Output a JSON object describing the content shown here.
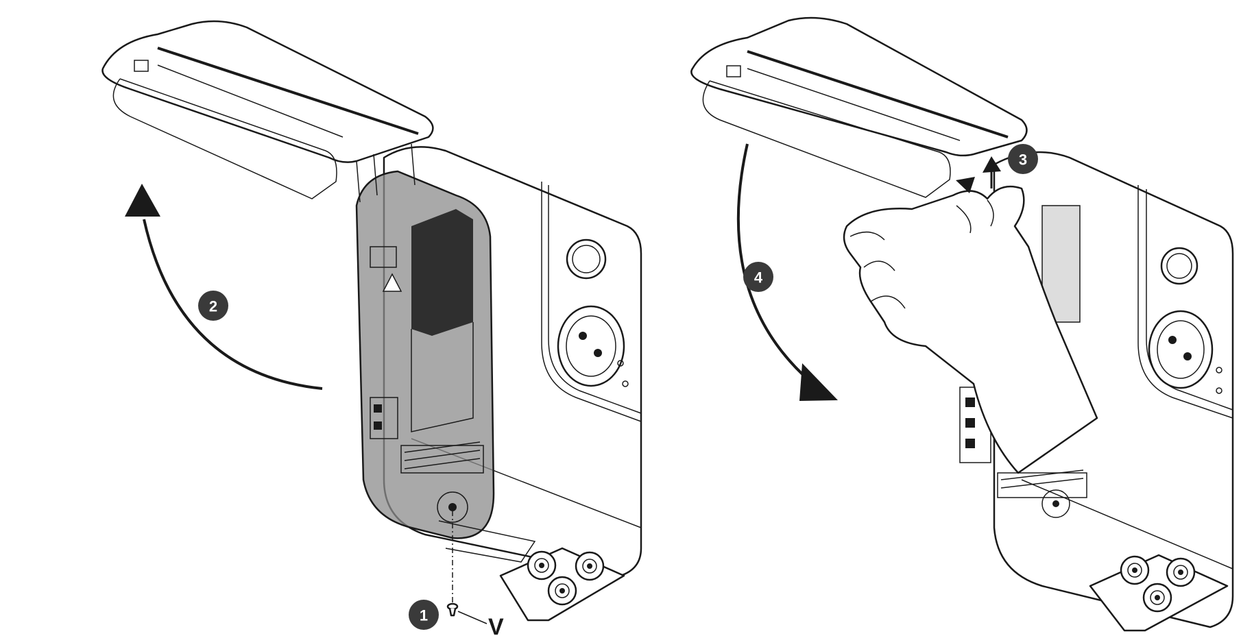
{
  "figure": {
    "colors": {
      "ink": "#1a1a1a",
      "badge": "#3a3a3a",
      "translucent_cover": "#8c8c8c",
      "background": "#ffffff"
    },
    "left_scene": {
      "step_badges": [
        "1",
        "2"
      ],
      "screw_label": "V"
    },
    "right_scene": {
      "step_badges": [
        "3",
        "4"
      ]
    }
  }
}
